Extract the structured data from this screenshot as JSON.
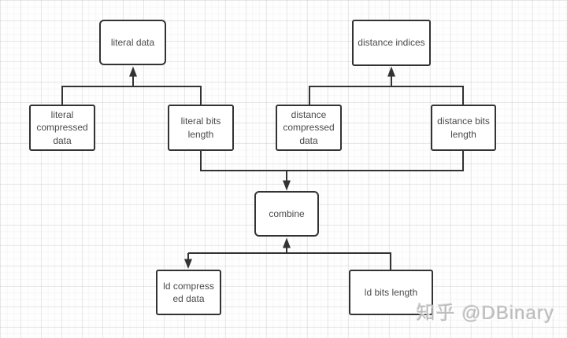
{
  "diagram": {
    "stroke_color": "#333333",
    "text_color": "#4a4a4a",
    "nodes": {
      "literal_data": {
        "label": "literal data"
      },
      "distance_indices": {
        "label": "distance indices"
      },
      "literal_compressed": {
        "label": "literal\ncompressed\ndata"
      },
      "literal_bits": {
        "label": "literal bits\nlength"
      },
      "distance_compressed": {
        "label": "distance\ncompressed\ndata"
      },
      "distance_bits": {
        "label": "distance bits\nlength"
      },
      "combine": {
        "label": "combine"
      },
      "ld_compressed": {
        "label": "ld compress\ned data"
      },
      "ld_bits": {
        "label": "ld bits length"
      }
    }
  },
  "watermark": {
    "text": "知乎 @DBinary",
    "color": "#bcbcbc"
  }
}
